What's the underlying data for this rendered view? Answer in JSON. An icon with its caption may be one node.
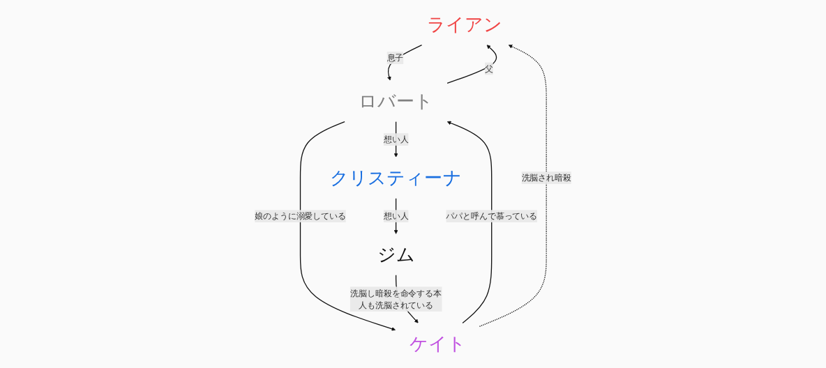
{
  "diagram": {
    "nodes": [
      {
        "text": [
          "ライアン"
        ]
      },
      {
        "text": [
          "ロバート"
        ]
      },
      {
        "text": [
          "ケイト"
        ]
      },
      {
        "text": [
          "クリスティーナ"
        ]
      },
      {
        "text": [
          "ジム"
        ]
      }
    ],
    "edges": [
      {
        "from": 1,
        "to": 0,
        "arrow": "to",
        "label": "父"
      },
      {
        "from": 0,
        "to": 1,
        "arrow": "to",
        "label": "息子"
      },
      {
        "from": 2,
        "to": 0,
        "arrow": "to",
        "label": "洗脳され暗殺",
        "style": "dashed"
      },
      {
        "from": 2,
        "to": 1,
        "arrow": "to",
        "label": "パパと呼んで慕っている"
      },
      {
        "from": 1,
        "to": 2,
        "arrow": "to",
        "label": "娘のように溺愛している"
      },
      {
        "from": 1,
        "to": 3,
        "arrow": "to",
        "label": "想い人"
      },
      {
        "from": 3,
        "to": 4,
        "arrow": "to",
        "label": "想い人"
      },
      {
        "from": 4,
        "to": 2,
        "arrow": "to",
        "label": "洗脳し暗殺を命令する本人も洗脳されている"
      }
    ]
  }
}
